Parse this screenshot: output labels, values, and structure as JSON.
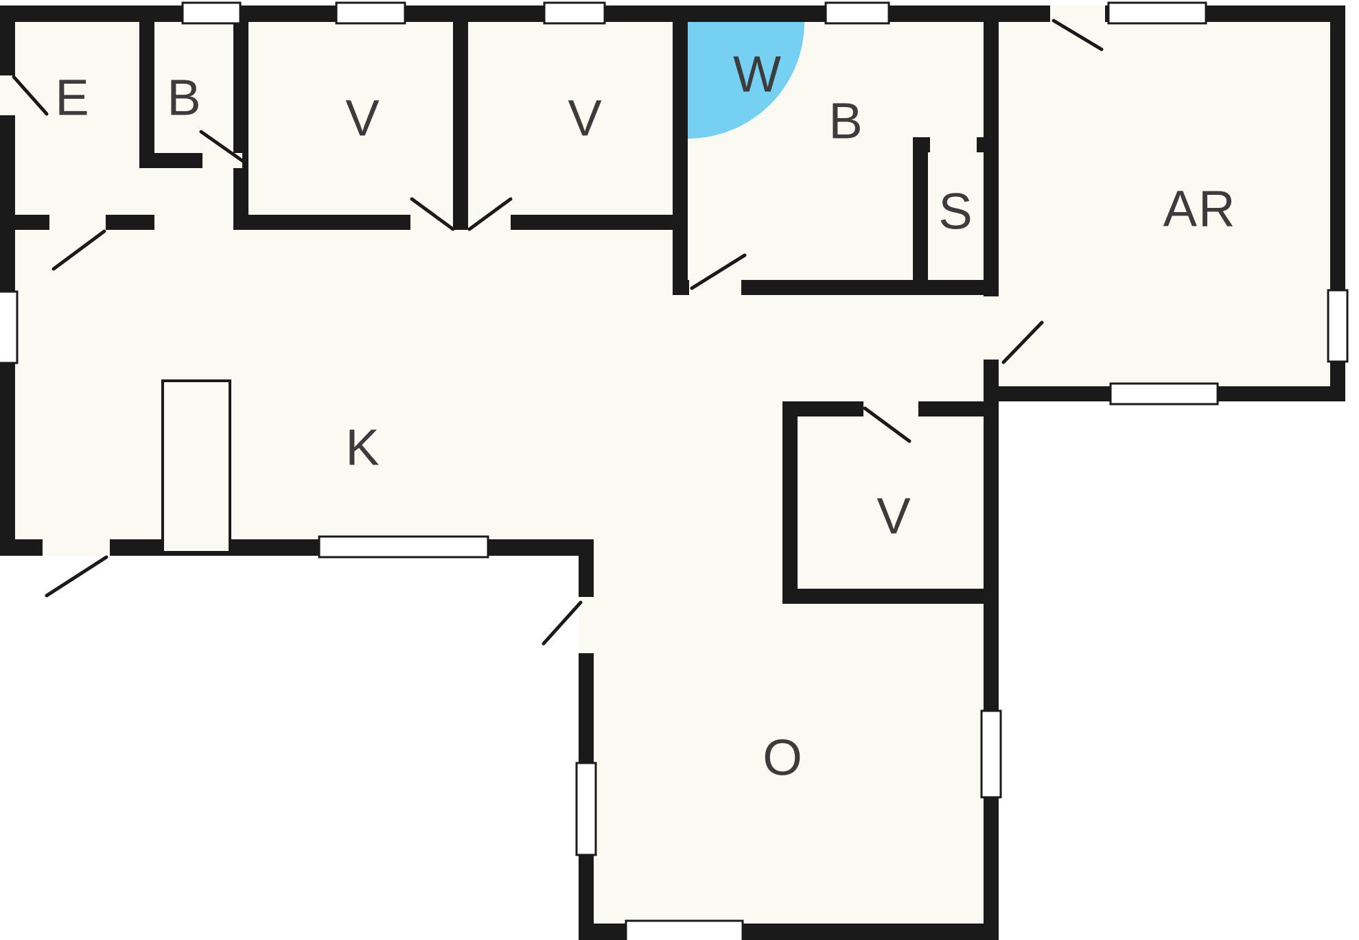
{
  "diagram": {
    "type": "floor-plan",
    "rooms": [
      {
        "id": "room-e",
        "label": "E"
      },
      {
        "id": "room-b1",
        "label": "B"
      },
      {
        "id": "room-v1",
        "label": "V"
      },
      {
        "id": "room-v2",
        "label": "V"
      },
      {
        "id": "room-w",
        "label": "W"
      },
      {
        "id": "room-b2",
        "label": "B"
      },
      {
        "id": "room-s",
        "label": "S"
      },
      {
        "id": "room-ar",
        "label": "AR"
      },
      {
        "id": "room-k",
        "label": "K"
      },
      {
        "id": "room-v3",
        "label": "V"
      },
      {
        "id": "room-o",
        "label": "O"
      }
    ]
  },
  "colors": {
    "wall": "#1a1a1a",
    "floor": "#fafaf2",
    "exterior": "#ffffff",
    "window": "#ffffff",
    "highlight": "#76d0f1",
    "label": "#3c3c3c"
  }
}
